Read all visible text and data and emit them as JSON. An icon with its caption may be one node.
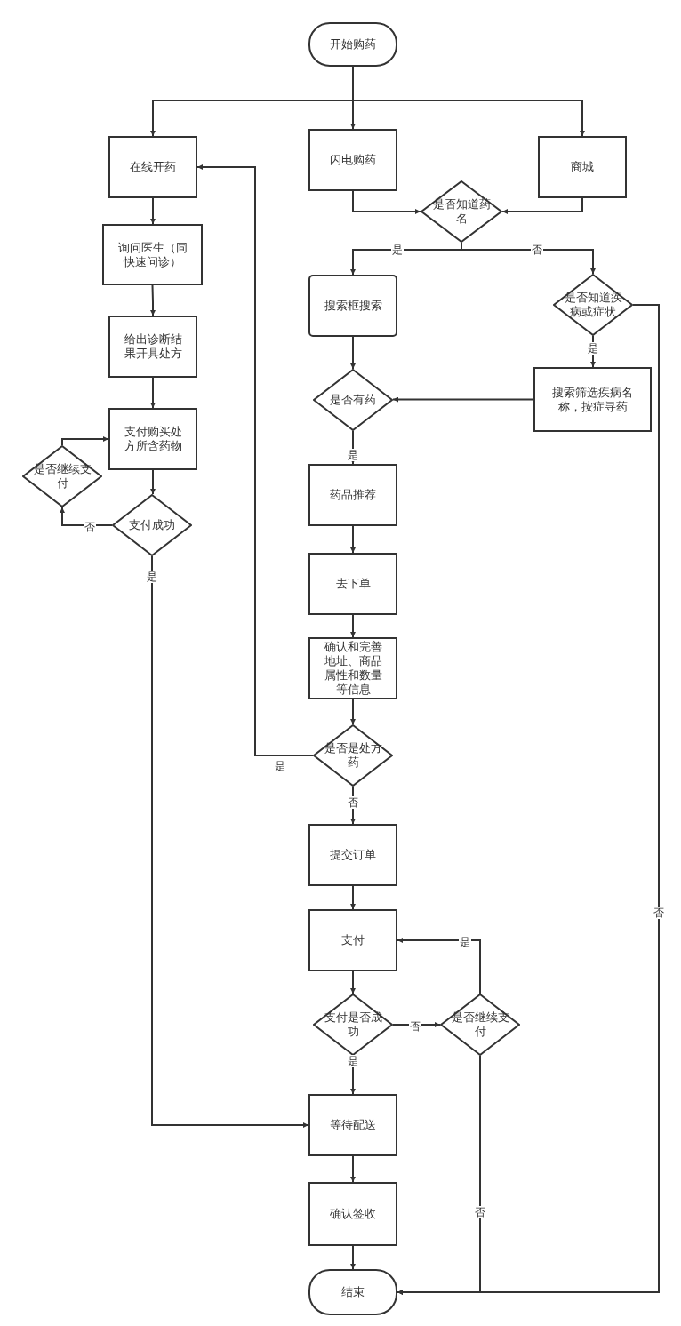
{
  "diagram": {
    "nodes": [
      {
        "text": [
          "开始购药"
        ]
      },
      {
        "text": [
          "在线开药"
        ]
      },
      {
        "text": [
          "闪电购药"
        ]
      },
      {
        "text": [
          "商城"
        ]
      },
      {
        "text": [
          "是否知道药名"
        ]
      },
      {
        "text": [
          "询问医生（同快速问诊）"
        ]
      },
      {
        "text": [
          "搜索框搜索"
        ]
      },
      {
        "text": [
          "是否知道疾病或症状"
        ]
      },
      {
        "text": [
          "给出诊断结果开具处方"
        ]
      },
      {
        "text": [
          "搜索筛选疾病名称，按症寻药"
        ]
      },
      {
        "text": [
          "是否有药"
        ]
      },
      {
        "text": [
          "支付购买处方所含药物"
        ]
      },
      {
        "text": [
          "是否继续支付"
        ]
      },
      {
        "text": [
          "支付成功"
        ]
      },
      {
        "text": [
          "药品推荐"
        ]
      },
      {
        "text": [
          "去下单"
        ]
      },
      {
        "text": [
          "确认和完善地址、商品属性和数量等信息"
        ]
      },
      {
        "text": [
          "是否是处方药"
        ]
      },
      {
        "text": [
          "提交订单"
        ]
      },
      {
        "text": [
          "支付"
        ]
      },
      {
        "text": [
          "支付是否成功"
        ]
      },
      {
        "text": [
          "是否继续支付"
        ]
      },
      {
        "text": [
          "等待配送"
        ]
      },
      {
        "text": [
          "确认签收"
        ]
      },
      {
        "text": [
          "结束"
        ]
      }
    ],
    "edges": [
      {
        "from": 0,
        "to": 1,
        "arrow": "to"
      },
      {
        "from": 0,
        "to": 2,
        "arrow": "to"
      },
      {
        "from": 0,
        "to": 3,
        "arrow": "to"
      },
      {
        "from": 2,
        "to": 4,
        "arrow": "to"
      },
      {
        "from": 3,
        "to": 4,
        "arrow": "to"
      },
      {
        "from": 4,
        "to": 6,
        "arrow": "to",
        "label": "是"
      },
      {
        "from": 4,
        "to": 7,
        "arrow": "to",
        "label": "否"
      },
      {
        "from": 1,
        "to": 5,
        "arrow": "to"
      },
      {
        "from": 5,
        "to": 8,
        "arrow": "to"
      },
      {
        "from": 8,
        "to": 11,
        "arrow": "to"
      },
      {
        "from": 7,
        "to": 9,
        "arrow": "to",
        "label": "是"
      },
      {
        "from": 7,
        "to": 24,
        "arrow": "to",
        "label": "否"
      },
      {
        "from": 6,
        "to": 10,
        "arrow": "to"
      },
      {
        "from": 9,
        "to": 10,
        "arrow": "to"
      },
      {
        "from": 10,
        "to": 14,
        "arrow": "to",
        "label": "是"
      },
      {
        "from": 11,
        "to": 13,
        "arrow": "to"
      },
      {
        "from": 13,
        "to": 12,
        "arrow": "to",
        "label": "否"
      },
      {
        "from": 12,
        "to": 11,
        "arrow": "to"
      },
      {
        "from": 13,
        "to": 22,
        "arrow": "to",
        "label": "是"
      },
      {
        "from": 14,
        "to": 15,
        "arrow": "to"
      },
      {
        "from": 15,
        "to": 16,
        "arrow": "to"
      },
      {
        "from": 16,
        "to": 17,
        "arrow": "to"
      },
      {
        "from": 17,
        "to": 1,
        "arrow": "to",
        "label": "是"
      },
      {
        "from": 17,
        "to": 18,
        "arrow": "to",
        "label": "否"
      },
      {
        "from": 18,
        "to": 19,
        "arrow": "to"
      },
      {
        "from": 19,
        "to": 20,
        "arrow": "to"
      },
      {
        "from": 20,
        "to": 21,
        "arrow": "to",
        "label": "否"
      },
      {
        "from": 21,
        "to": 19,
        "arrow": "to",
        "label": "是"
      },
      {
        "from": 21,
        "to": 24,
        "arrow": "to",
        "label": "否"
      },
      {
        "from": 20,
        "to": 22,
        "arrow": "to",
        "label": "是"
      },
      {
        "from": 22,
        "to": 23,
        "arrow": "to"
      },
      {
        "from": 23,
        "to": 24,
        "arrow": "to"
      }
    ]
  }
}
